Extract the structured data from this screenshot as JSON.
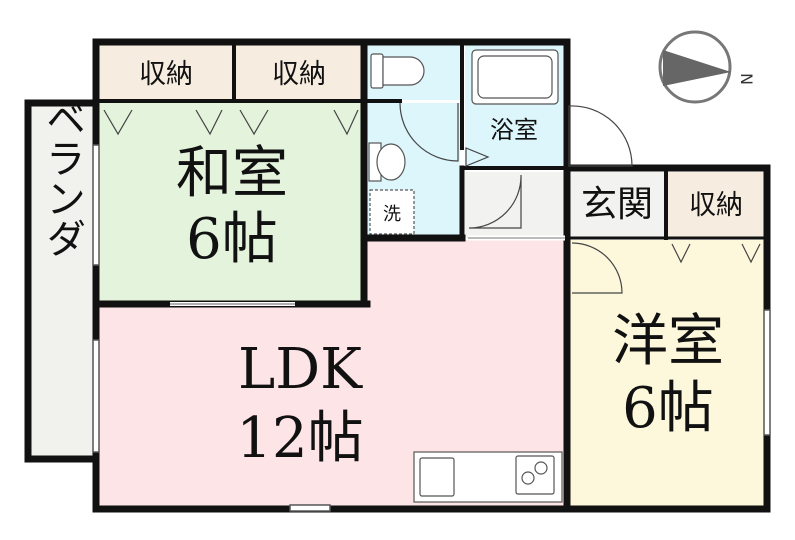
{
  "rooms": {
    "washitsu": {
      "name": "和室",
      "size": "6帖"
    },
    "ldk": {
      "name": "LDK",
      "size": "12帖"
    },
    "youshitsu": {
      "name": "洋室",
      "size": "6帖"
    },
    "bath": {
      "name": "浴室"
    },
    "entrance": {
      "name": "玄関"
    },
    "balcony": {
      "name": "ベランダ"
    },
    "washer": {
      "name": "洗"
    }
  },
  "storage": {
    "closet_1": "収納",
    "closet_2": "収納",
    "closet_3": "収納"
  },
  "compass": {
    "label": "N",
    "icon": "north-arrow-icon",
    "direction": "right"
  },
  "colors": {
    "washitsu": "#e3f3dc",
    "ldk": "#fde4e6",
    "youshitsu": "#fdf8dc",
    "wet_area": "#dcf6fb",
    "storage": "#f6ecdf",
    "balcony": "#f1f1ee",
    "wall": "#111111",
    "compass_fill": "#666666"
  }
}
